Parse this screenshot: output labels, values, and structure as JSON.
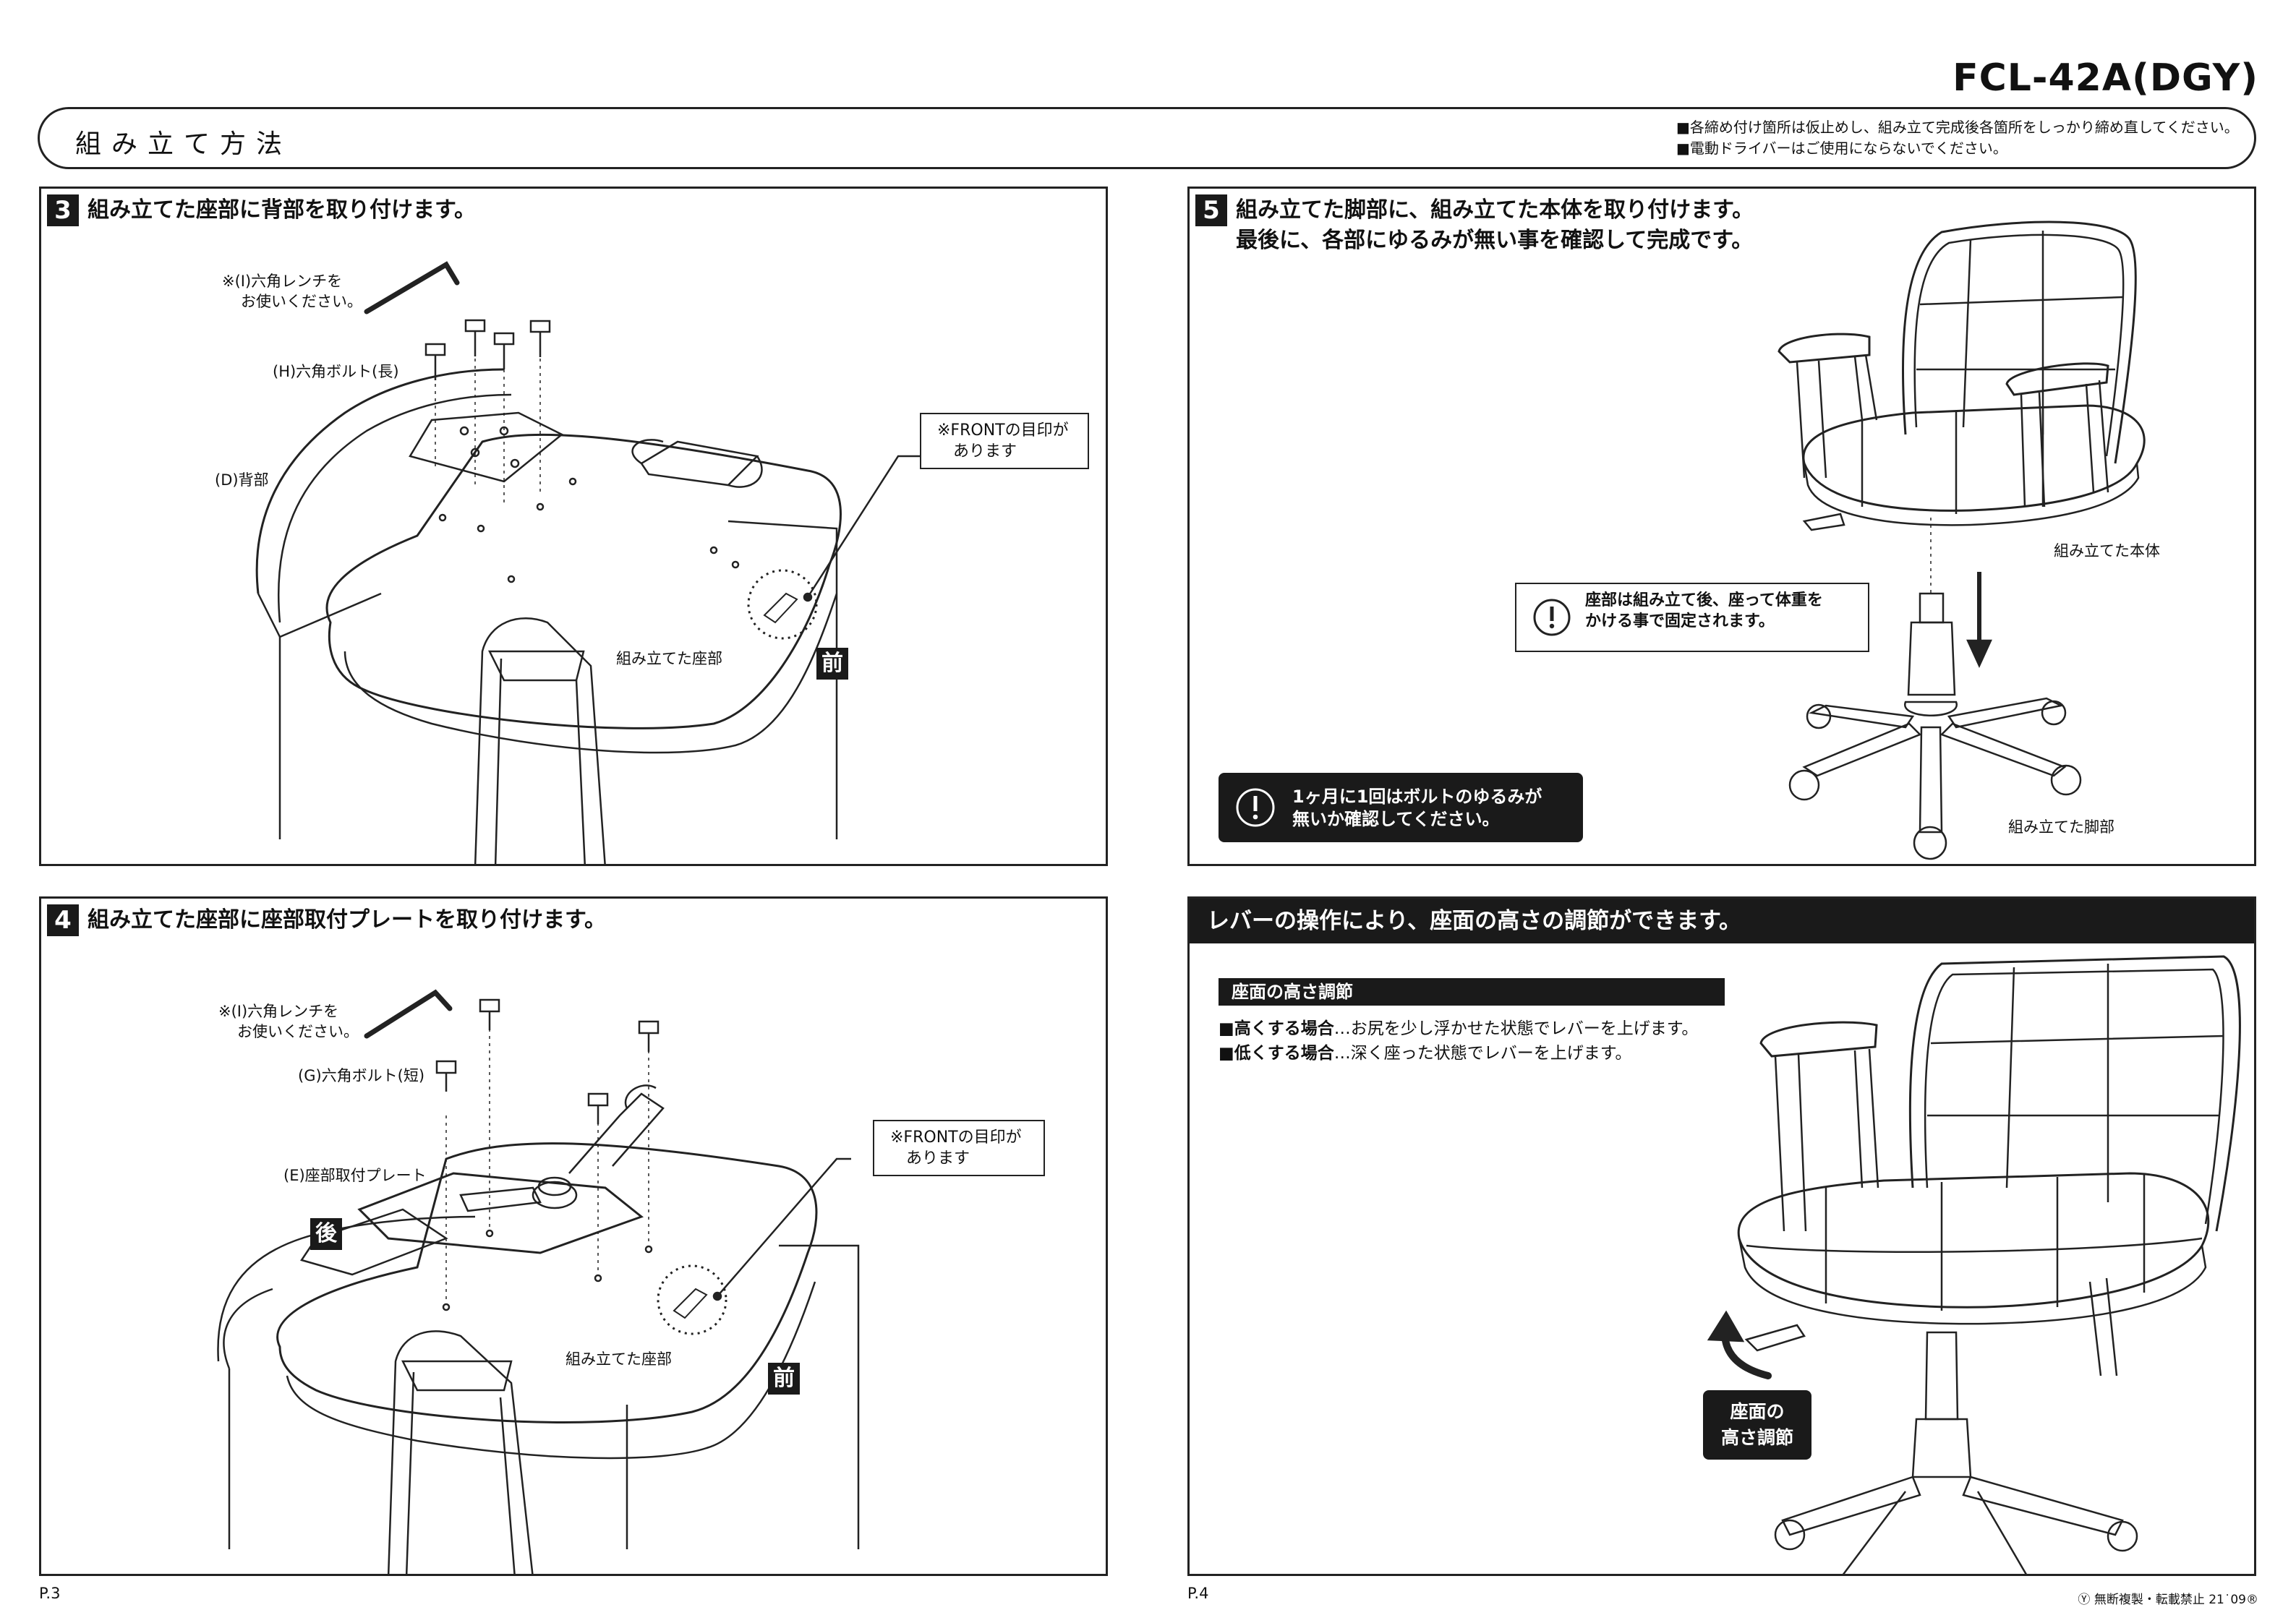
{
  "model": "FCL-42A(DGY)",
  "header": {
    "title": "組み立て方法",
    "notes": [
      "■各締め付け箇所は仮止めし、組み立て完成後各箇所をしっかり締め直してください。",
      "■電動ドライバーはご使用にならないでください。"
    ]
  },
  "step3": {
    "number": "3",
    "title": "組み立てた座部に背部を取り付けます。",
    "wrench_note_1": "※(I)六角レンチを",
    "wrench_note_2": "お使いください。",
    "bolt_label": "(H)六角ボルト(長)",
    "back_label": "(D)背部",
    "front_note_1": "※FRONTの目印が",
    "front_note_2": "あります",
    "seat_label": "組み立てた座部",
    "front_tag": "前"
  },
  "step4": {
    "number": "4",
    "title": "組み立てた座部に座部取付プレートを取り付けます。",
    "wrench_note_1": "※(I)六角レンチを",
    "wrench_note_2": "お使いください。",
    "bolt_label": "(G)六角ボルト(短)",
    "plate_label": "(E)座部取付プレート",
    "front_note_1": "※FRONTの目印が",
    "front_note_2": "あります",
    "seat_label": "組み立てた座部",
    "rear_tag": "後",
    "front_tag": "前"
  },
  "step5": {
    "number": "5",
    "title_line1": "組み立てた脚部に、組み立てた本体を取り付けます。",
    "title_line2": "最後に、各部にゆるみが無い事を確認して完成です。",
    "body_label": "組み立てた本体",
    "caution_1": "座部は組み立て後、座って体重を",
    "caution_2": "かける事で固定されます。",
    "monthly_1": "1ヶ月に1回はボルトのゆるみが",
    "monthly_2": "無いか確認してください。",
    "base_label": "組み立てた脚部"
  },
  "lever": {
    "banner": "レバーの操作により、座面の高さの調節ができます。",
    "subtitle": "座面の高さ調節",
    "line1_bold": "■高くする場合",
    "line1_text": "…お尻を少し浮かせた状態でレバーを上げます。",
    "line2_bold": "■低くする場合",
    "line2_text": "…深く座った状態でレバーを上げます。",
    "badge_1": "座面の",
    "badge_2": "高さ調節"
  },
  "footer": {
    "page_left": "P.3",
    "page_right": "P.4",
    "copyright": "Ⓨ 無断複製・転載禁止  21˙09®"
  },
  "colors": {
    "ink": "#1a1a1a",
    "line": "#222222",
    "paper": "#ffffff"
  }
}
